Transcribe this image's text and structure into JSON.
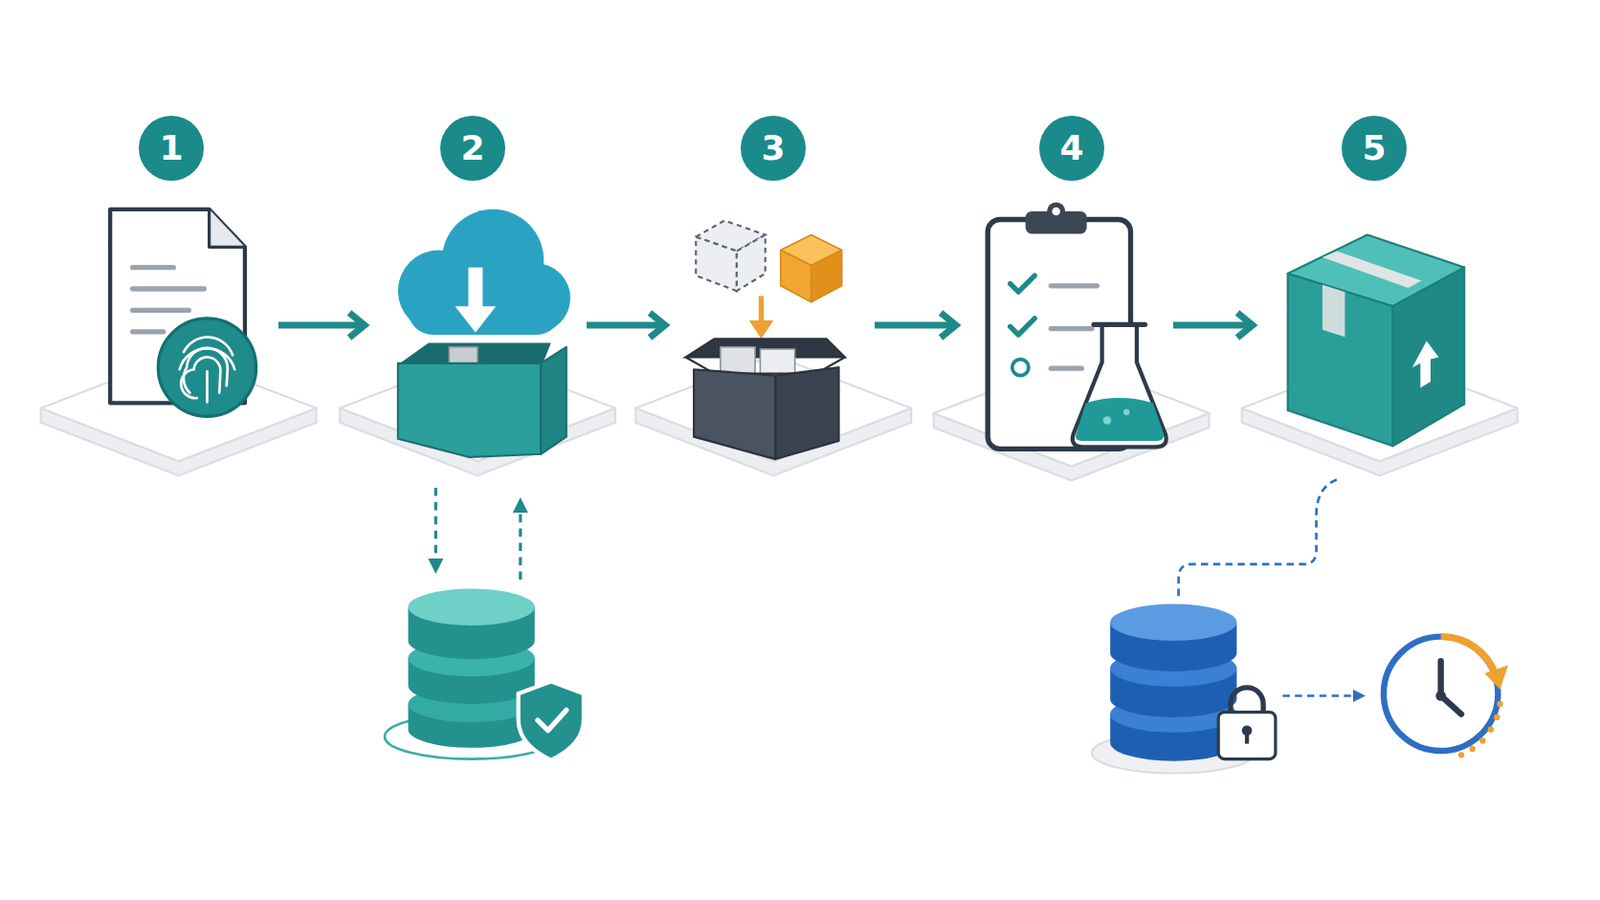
{
  "diagram": {
    "nodes": [
      {
        "text": [
          "1"
        ]
      },
      {
        "text": [
          "2"
        ]
      },
      {
        "text": [
          "3"
        ]
      },
      {
        "text": [
          "4"
        ]
      },
      {
        "text": [
          "5"
        ]
      }
    ],
    "edges": [
      {
        "from": 0,
        "to": 1,
        "arrow": "to"
      },
      {
        "from": 1,
        "to": 2,
        "arrow": "to"
      },
      {
        "from": 2,
        "to": 3,
        "arrow": "to"
      },
      {
        "from": 3,
        "to": 4,
        "arrow": "to"
      }
    ]
  }
}
